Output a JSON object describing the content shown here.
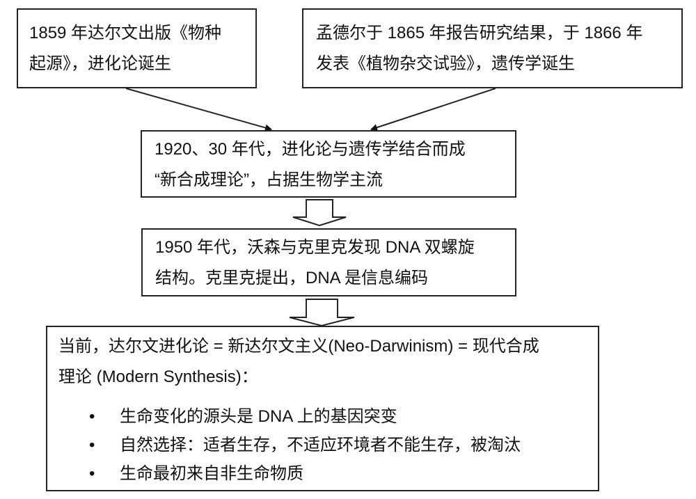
{
  "boxes": {
    "darwin": {
      "lines": [
        "1859 年达尔文出版《物种",
        "起源》，进化论诞生"
      ]
    },
    "mendel": {
      "lines": [
        "孟德尔于 1865 年报告研究结果，于 1866 年",
        "发表《植物杂交试验》，遗传学诞生"
      ]
    },
    "synthesis": {
      "lines": [
        "1920、30 年代，进化论与遗传学结合而成",
        "“新合成理论”，占据生物学主流"
      ]
    },
    "dna": {
      "lines": [
        "1950 年代，沃森与克里克发现 DNA 双螺旋",
        "结构。克里克提出，DNA 是信息编码"
      ]
    },
    "current": {
      "lines": [
        "当前，达尔文进化论 = 新达尔文主义(Neo-Darwinism) = 现代合成",
        "理论 (Modern Synthesis)："
      ],
      "bullets": [
        "生命变化的源头是 DNA 上的基因突变",
        "自然选择：适者生存，不适应环境者不能生存，被淘汰",
        "生命最初来自非生命物质"
      ],
      "bullet_symbol": "•"
    }
  }
}
